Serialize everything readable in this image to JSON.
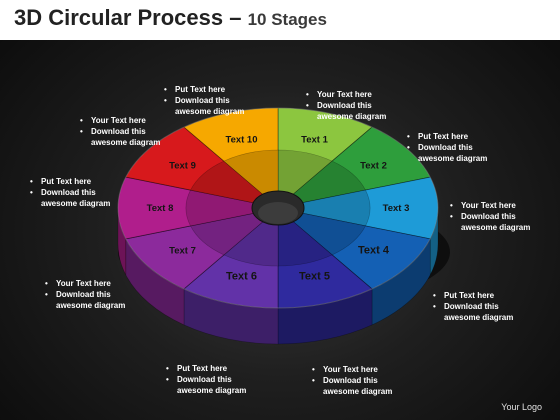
{
  "title": {
    "main": "3D Circular Process",
    "dash": " – ",
    "sub": "10 Stages"
  },
  "segments": [
    {
      "label": "Text 1",
      "color": "#8cc63f"
    },
    {
      "label": "Text 2",
      "color": "#2e9e3c"
    },
    {
      "label": "Text 3",
      "color": "#1e9bd7"
    },
    {
      "label": "Text 4",
      "color": "#1460b4"
    },
    {
      "label": "Text 5",
      "color": "#2f2a9e"
    },
    {
      "label": "Text 6",
      "color": "#6232a8"
    },
    {
      "label": "Text 7",
      "color": "#8c2a9c"
    },
    {
      "label": "Text 8",
      "color": "#b01e8c"
    },
    {
      "label": "Text 9",
      "color": "#d7191c"
    },
    {
      "label": "Text 10",
      "color": "#f6a800"
    }
  ],
  "notes": [
    {
      "l1": "Put Text  here",
      "l2": "Download this",
      "l3": "awesome diagram"
    },
    {
      "l1": "Your Text  here",
      "l2": "Download this",
      "l3": "awesome diagram"
    },
    {
      "l1": "Put Text  here",
      "l2": "Download this",
      "l3": "awesome diagram"
    },
    {
      "l1": "Your Text  here",
      "l2": "Download this",
      "l3": "awesome diagram"
    },
    {
      "l1": "Put Text  here",
      "l2": "Download this",
      "l3": "awesome diagram"
    },
    {
      "l1": "Your Text  here",
      "l2": "Download this",
      "l3": "awesome diagram"
    },
    {
      "l1": "Put Text  here",
      "l2": "Download this",
      "l3": "awesome diagram"
    },
    {
      "l1": "Your Text  here",
      "l2": "Download this",
      "l3": "awesome diagram"
    },
    {
      "l1": "Put Text  here",
      "l2": "Download this",
      "l3": "awesome diagram"
    },
    {
      "l1": "Your Text  here",
      "l2": "Download this",
      "l3": "awesome diagram"
    }
  ],
  "logo": "Your Logo"
}
